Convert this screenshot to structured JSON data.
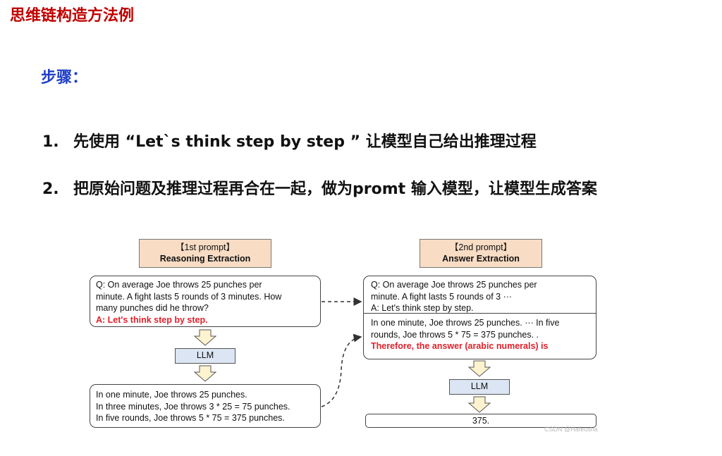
{
  "title": "思维链构造方法例",
  "subtitle": "步骤：",
  "steps": [
    {
      "num": "1.",
      "text": "先使用 “Let`s think step by step ” 让模型自己给出推理过程"
    },
    {
      "num": "2.",
      "text": "把原始问题及推理过程再合在一起，做为promt 输入模型，让模型生成答案"
    }
  ],
  "diagram": {
    "left_header": {
      "line1": "【1st prompt】",
      "line2": "Reasoning Extraction"
    },
    "right_header": {
      "line1": "【2nd prompt】",
      "line2": "Answer Extraction"
    },
    "left_question": [
      "Q: On average Joe throws 25 punches per",
      "minute.  A fight lasts 5 rounds of 3 minutes.  How",
      "many punches did he throw?"
    ],
    "left_trigger": "A: Let's think step by step.",
    "left_llm": "LLM",
    "left_output": [
      "In one minute, Joe throws 25 punches.",
      "In three minutes, Joe throws 3 * 25 = 75 punches.",
      "In five rounds, Joe throws 5 * 75 = 375 punches."
    ],
    "right_question": [
      "Q: On average Joe throws 25 punches per",
      "minute.  A fight lasts 5 rounds of 3 ···",
      "A: Let's think step by step."
    ],
    "right_reasoning": [
      "In one minute, Joe throws 25 punches. ··· In five",
      "rounds, Joe throws 5 * 75 = 375 punches. ."
    ],
    "right_trigger": "Therefore, the answer (arabic numerals) is",
    "right_llm": "LLM",
    "answer": "375."
  },
  "watermark": "CSDN @Hafeusha",
  "colors": {
    "title": "#c00000",
    "subtitle": "#1f3ec8",
    "trigger": "#e0202a",
    "header_fill": "#f8dcc4",
    "llm_fill": "#dbe5f3",
    "arrow_fill": "#fdf3cf"
  }
}
